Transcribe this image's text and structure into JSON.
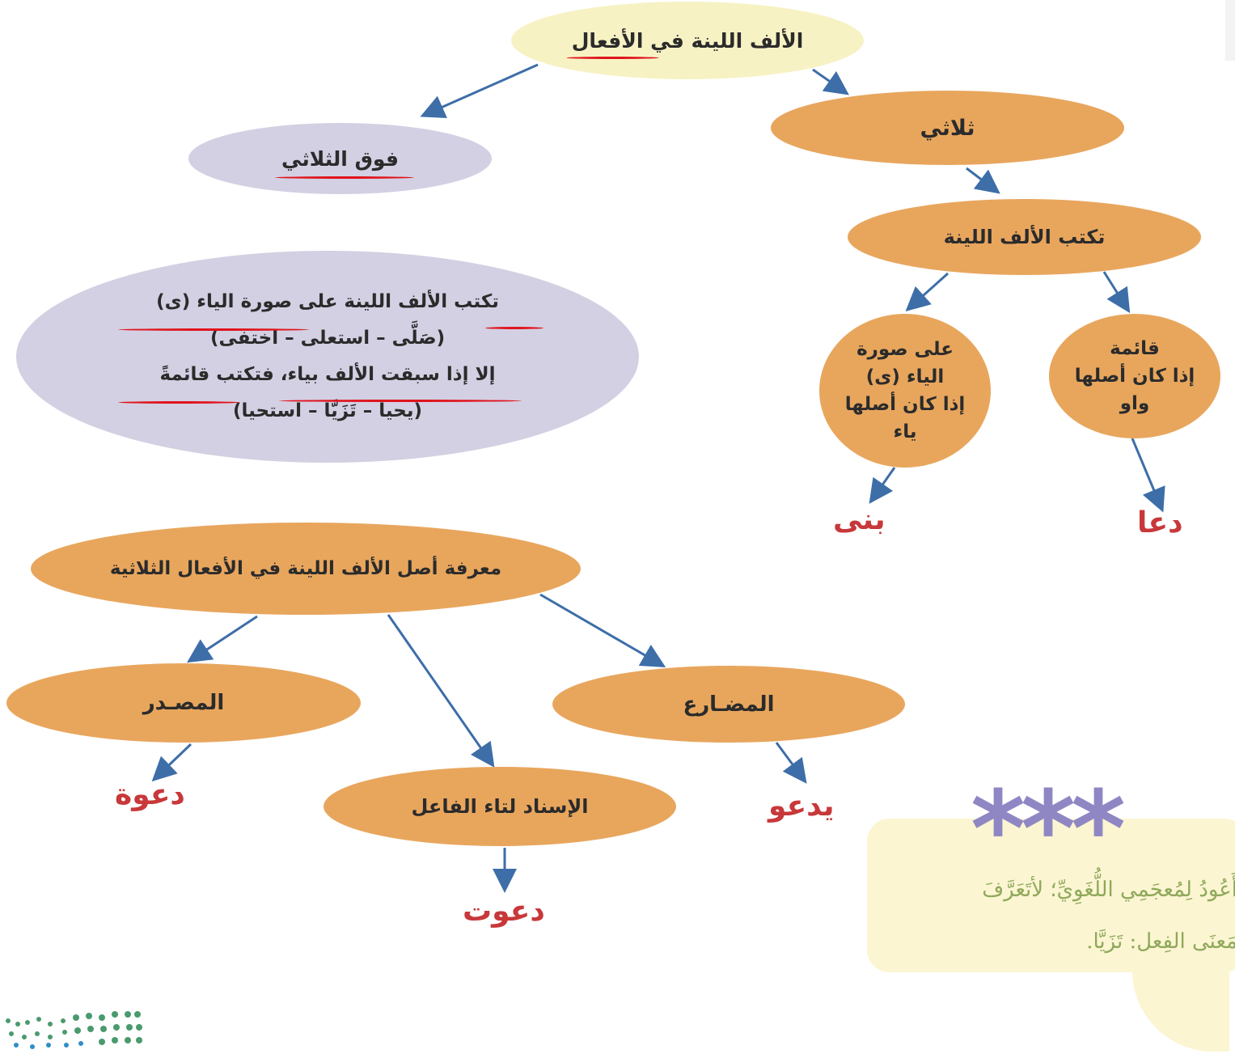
{
  "root": "الألف اللينة في الأفعال",
  "above_three": "فوق الثلاثي",
  "three": "ثلاثي",
  "written": "تكتب الألف اللينة",
  "upright": {
    "line1": "قائمة",
    "line2": "إذا كان أصلها",
    "line3": "واو"
  },
  "ya_form": {
    "line1": "على صورة",
    "line2": "الياء (ى)",
    "line3": "إذا كان أصلها",
    "line4": "ياء"
  },
  "example_da": "دعا",
  "example_bana": "بنى",
  "rule": {
    "line1": "تكتب الألف اللينة على صورة الياء (ى)",
    "line2": "(صَلَّى – استعلى – اختفى)",
    "line3": "إلا إذا سبقت الألف بياء، فتكتب قائمةً",
    "line4": "(يحيا – تَزَيَّا – استحيا)"
  },
  "origin": "معرفة أصل الألف اللينة في الأفعال الثلاثية",
  "masdar": "المصـدر",
  "mudari": "المضـارع",
  "isnad": "الإسناد لتاء الفاعل",
  "example_dawa": "دعوة",
  "example_yadu": "يدعو",
  "example_dawtu": "دعوت",
  "tip": {
    "stars": "***",
    "line1": "أَعُودُ لِمُعجَمِي اللُّغَوِيِّ؛ لأتَعَرَّفَ",
    "line2": "مَعنَى الفِعل: تَزَيَّا."
  },
  "colors": {
    "orange": "#e8a65d",
    "lilac": "#d3d0e3",
    "cream": "#f7f2c4",
    "red": "#c8383a",
    "arrow": "#3d6ea8",
    "underline": "#e0141c"
  }
}
